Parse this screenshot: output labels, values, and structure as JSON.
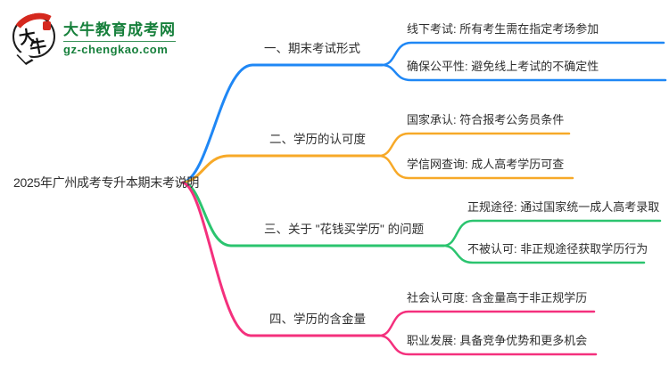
{
  "page": {
    "background": "#ffffff",
    "text_color": "#2e2e2e"
  },
  "logo": {
    "icon_text_1": "大",
    "icon_text_2": "牛",
    "site_name": "大牛教育成考网",
    "site_url": "gz-chengkao.com",
    "green": "#17803c",
    "red": "#d5281e"
  },
  "root": {
    "label": "2025年广州成考专升本期末考说明"
  },
  "branches": [
    {
      "label": "一、期末考试形式",
      "color": "#1f87f5",
      "children": [
        {
          "label": "线下考试: 所有考生需在指定考场参加"
        },
        {
          "label": "确保公平性: 避免线上考试的不确定性"
        }
      ]
    },
    {
      "label": "二、学历的认可度",
      "color": "#f7a928",
      "children": [
        {
          "label": "国家承认: 符合报考公务员条件"
        },
        {
          "label": "学信网查询: 成人高考学历可查"
        }
      ]
    },
    {
      "label": "三、关于 \"花钱买学历\" 的问题",
      "color": "#2bc46f",
      "children": [
        {
          "label": "正规途径: 通过国家统一成人高考录取"
        },
        {
          "label": "不被认可: 非正规途径获取学历行为"
        }
      ]
    },
    {
      "label": "四、学历的含金量",
      "color": "#f4307d",
      "children": [
        {
          "label": "社会认可度: 含金量高于非正规学历"
        },
        {
          "label": "职业发展: 具备竞争优势和更多机会"
        }
      ]
    }
  ]
}
